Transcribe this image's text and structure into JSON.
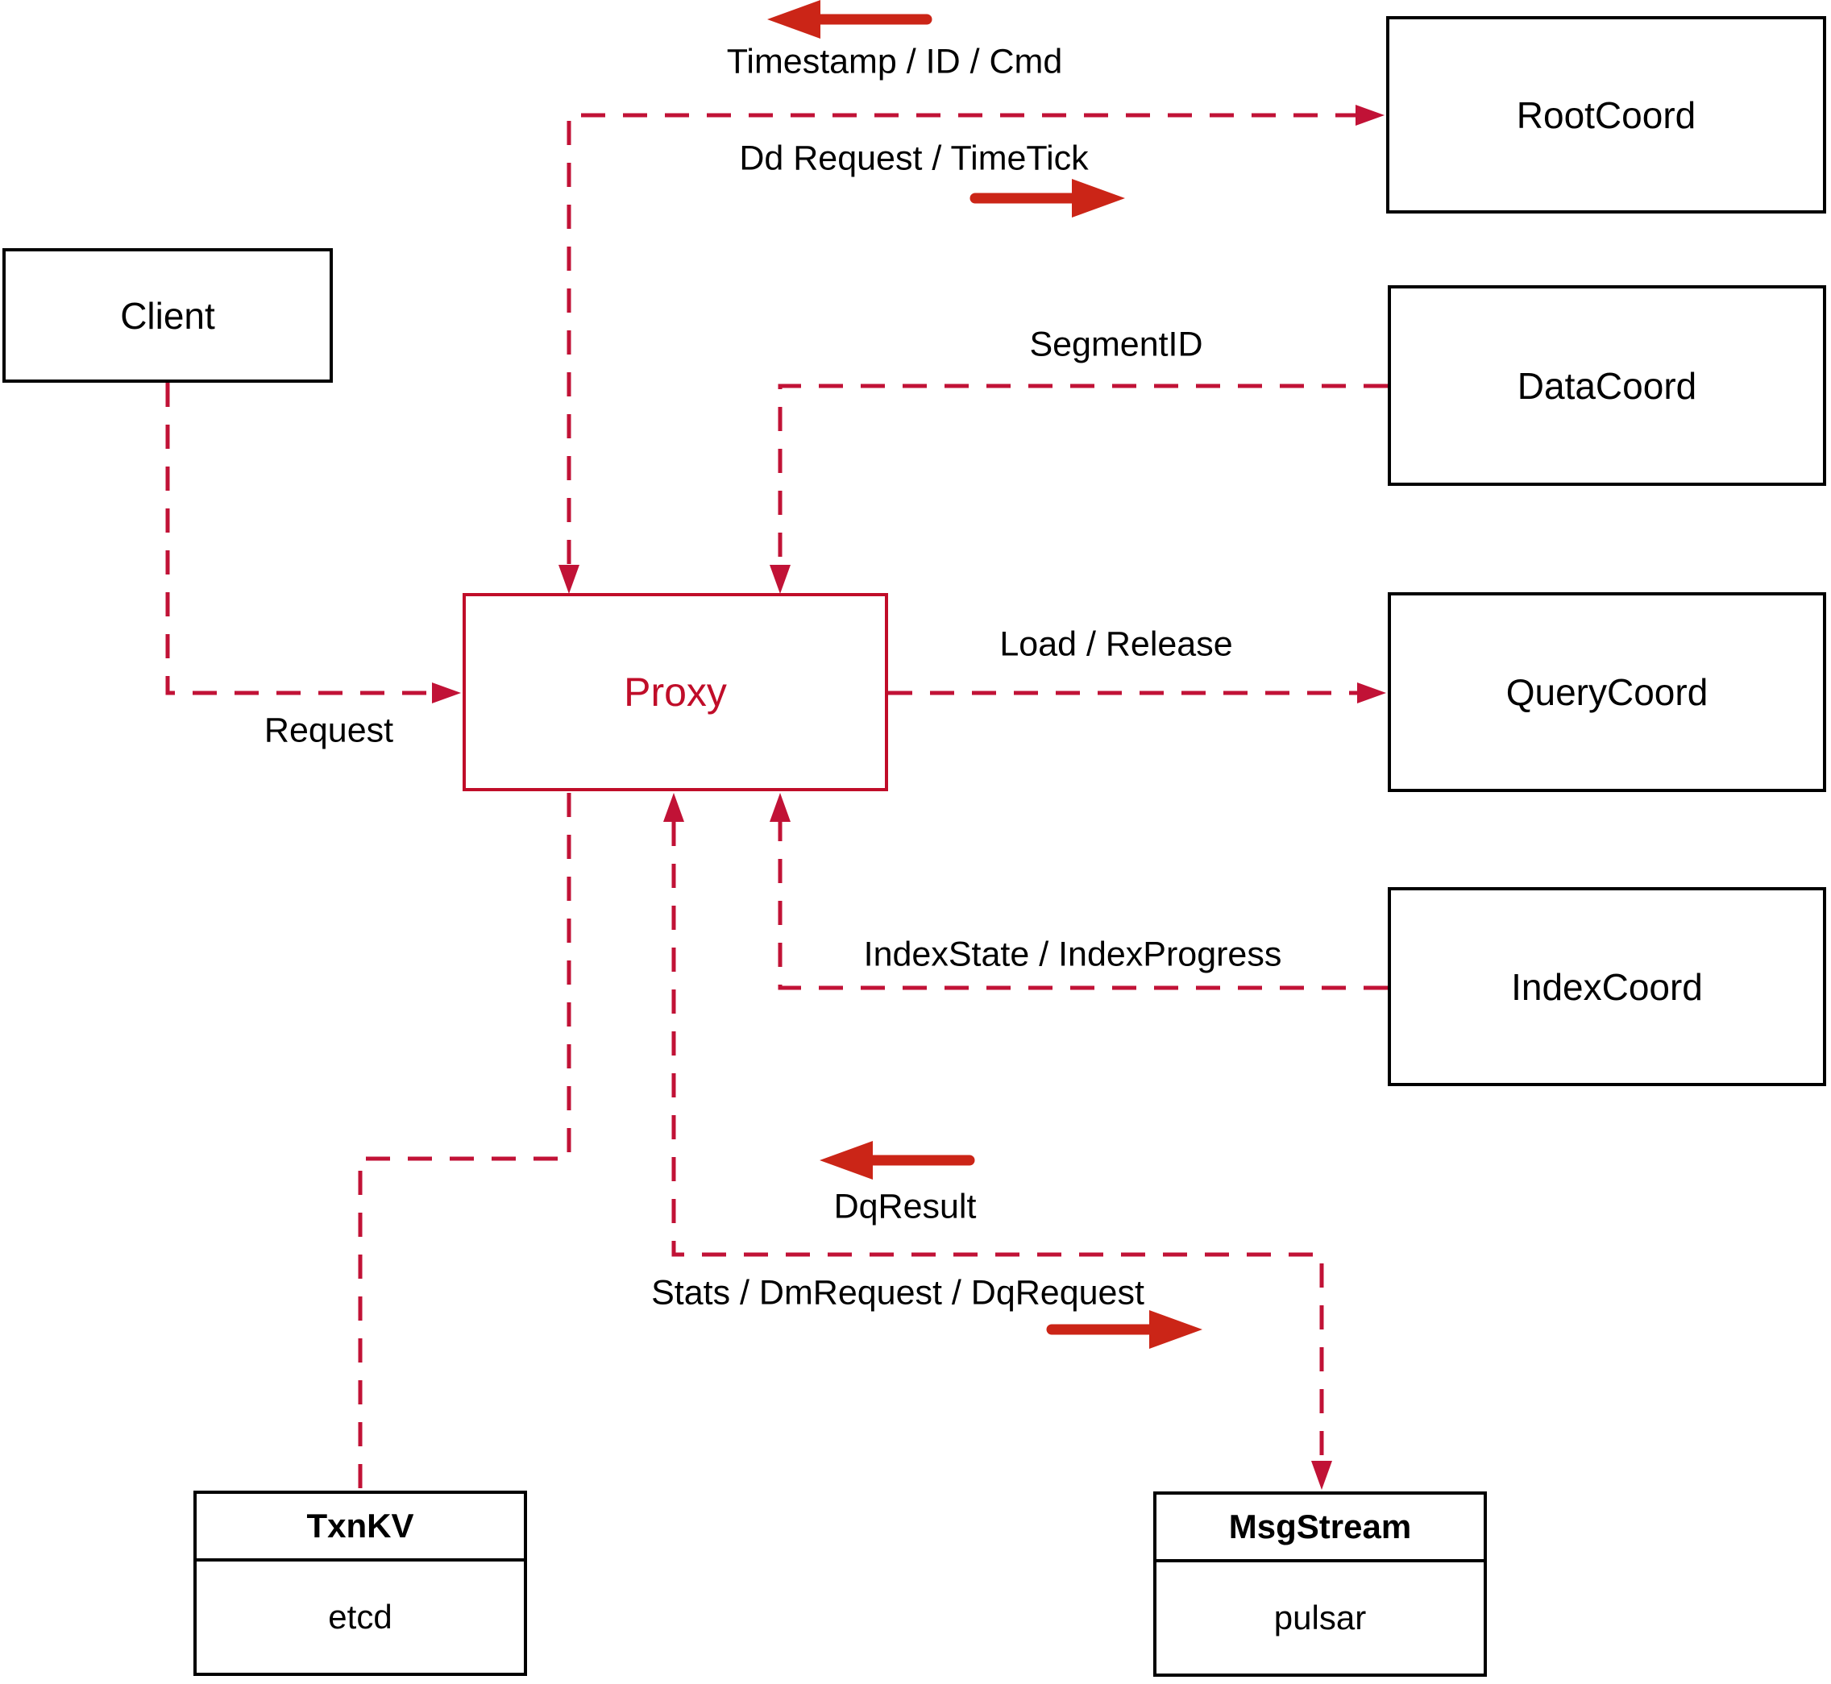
{
  "diagram": {
    "boxes": {
      "client": {
        "label": "Client"
      },
      "root_coord": {
        "label": "RootCoord"
      },
      "data_coord": {
        "label": "DataCoord"
      },
      "query_coord": {
        "label": "QueryCoord"
      },
      "index_coord": {
        "label": "IndexCoord"
      },
      "proxy": {
        "label": "Proxy"
      }
    },
    "tables": {
      "txn_kv": {
        "header": "TxnKV",
        "body": "etcd"
      },
      "msg_stream": {
        "header": "MsgStream",
        "body": "pulsar"
      }
    },
    "edge_labels": {
      "timestamp_id_cmd": "Timestamp / ID / Cmd",
      "dd_request_timetick": "Dd Request / TimeTick",
      "segment_id": "SegmentID",
      "load_release": "Load / Release",
      "request": "Request",
      "index_state": "IndexState / IndexProgress",
      "dq_result": "DqResult",
      "stats_dm_dq": "Stats / DmRequest / DqRequest"
    },
    "colors": {
      "dashed_line": "#c11236",
      "solid_arrow": "#cb2517",
      "proxy_accent": "#c00d29",
      "box_border": "#000000",
      "text": "#000000",
      "background": "#ffffff"
    }
  }
}
